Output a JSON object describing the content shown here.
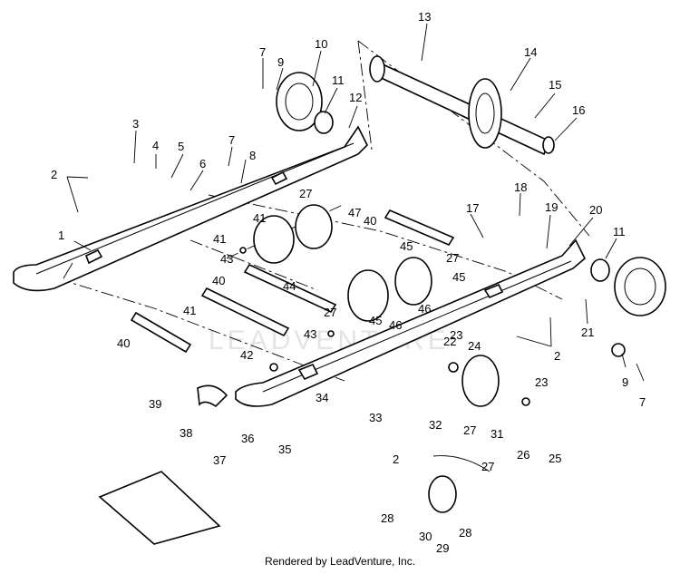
{
  "watermark": "LEADVENTURE",
  "footer": "Rendered by LeadVenture, Inc.",
  "callouts": [
    "1",
    "2",
    "3",
    "4",
    "5",
    "6",
    "7",
    "8",
    "9",
    "10",
    "11",
    "12",
    "13",
    "14",
    "15",
    "16",
    "17",
    "18",
    "19",
    "20",
    "21",
    "22",
    "23",
    "24",
    "25",
    "26",
    "27",
    "28",
    "29",
    "30",
    "31",
    "32",
    "33",
    "34",
    "35",
    "36",
    "37",
    "38",
    "39",
    "40",
    "41",
    "42",
    "43",
    "44",
    "45",
    "46",
    "47"
  ]
}
